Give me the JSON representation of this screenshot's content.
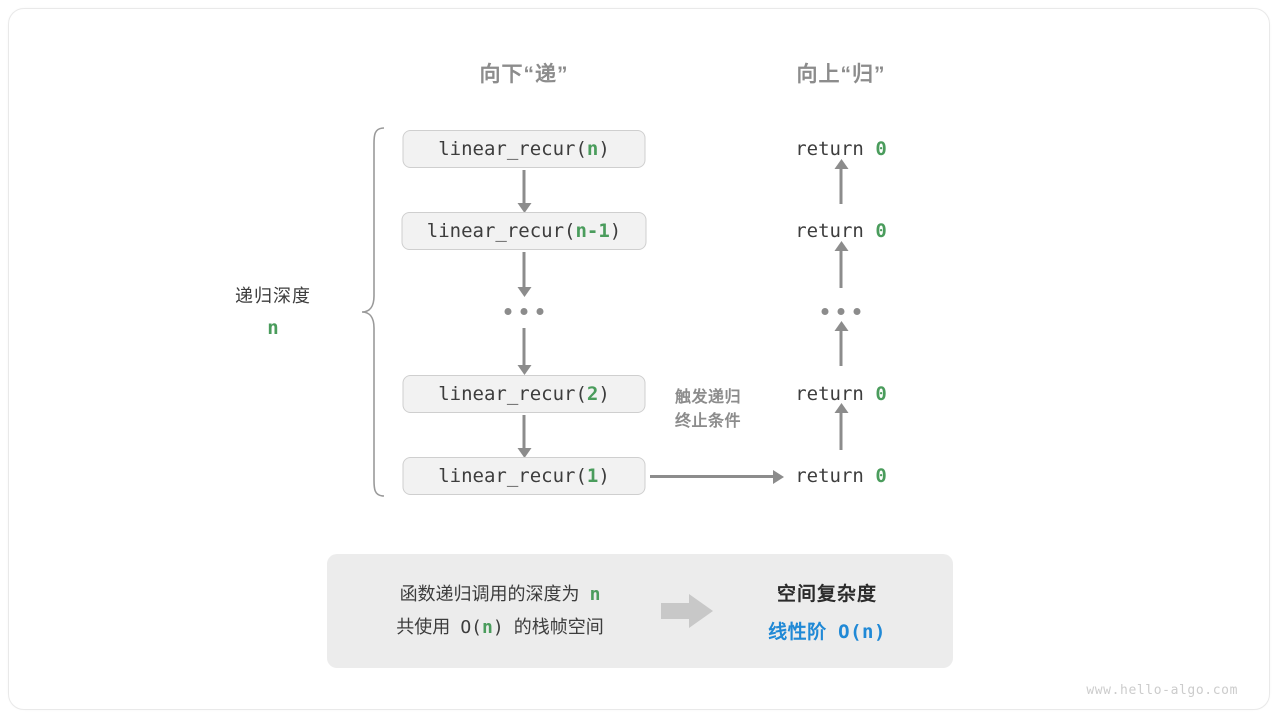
{
  "headings": {
    "down": "向下“递”",
    "up": "向上“归”"
  },
  "call_stack": {
    "boxes": [
      {
        "prefix": "linear_recur(",
        "arg": "n",
        "suffix": ")"
      },
      {
        "prefix": "linear_recur(",
        "arg": "n-1",
        "suffix": ")"
      },
      {
        "prefix": "linear_recur(",
        "arg": "2",
        "suffix": ")"
      },
      {
        "prefix": "linear_recur(",
        "arg": "1",
        "suffix": ")"
      }
    ],
    "ellipsis": "· · ·"
  },
  "returns": [
    {
      "keyword": "return",
      "value": "0"
    },
    {
      "keyword": "return",
      "value": "0"
    },
    {
      "keyword": "return",
      "value": "0"
    },
    {
      "keyword": "return",
      "value": "0"
    }
  ],
  "depth": {
    "label": "递归深度",
    "value": "n"
  },
  "trigger_note": {
    "line1": "触发递归",
    "line2": "终止条件"
  },
  "summary": {
    "left_line1_pre": "函数递归调用的深度为",
    "left_line1_var": "n",
    "left_line2_pre": "共使用",
    "left_line2_big_o_open": "O(",
    "left_line2_var": "n",
    "left_line2_big_o_close": ")",
    "left_line2_post": "的栈帧空间",
    "arrow_icon": "right-block-arrow-icon",
    "right_title": "空间复杂度",
    "right_value_label": "线性阶",
    "right_value_notation": "O(n)"
  },
  "watermark": "www.hello-algo.com",
  "colors": {
    "green": "#4a9c5c",
    "blue": "#2089d6",
    "gray_text": "#3d3d3d",
    "gray_muted": "#8c8c8c",
    "panel_bg": "#ececec",
    "box_bg": "#f2f2f2",
    "box_border": "#cfcfcf"
  }
}
